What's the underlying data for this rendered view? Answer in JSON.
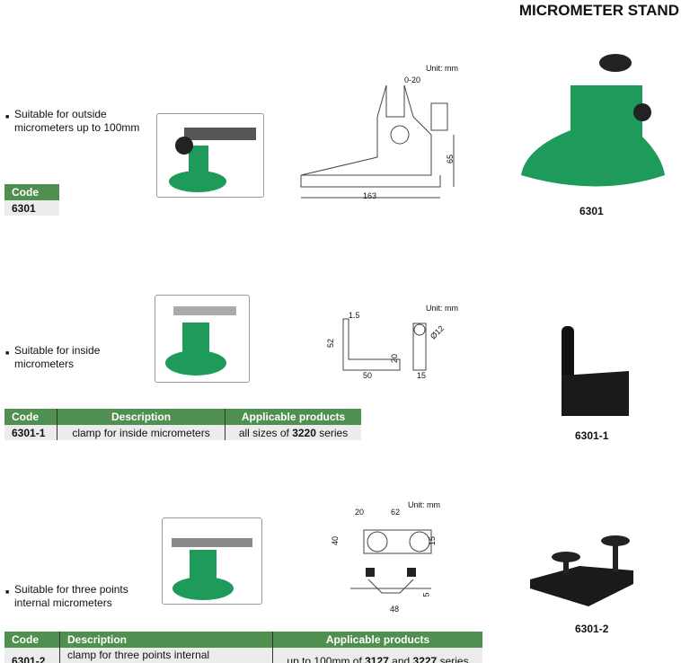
{
  "title": "MICROMETER STAND",
  "sections": [
    {
      "bullet": "Suitable for outside micrometers up to 100mm",
      "caption": "6301",
      "unit": "Unit: mm",
      "dims": [
        "0-20",
        "65",
        "163"
      ],
      "table": {
        "headers": [
          "Code"
        ],
        "rows": [
          [
            "6301"
          ]
        ]
      }
    },
    {
      "bullet": "Suitable for inside micrometers",
      "caption": "6301-1",
      "unit": "Unit: mm",
      "dims": [
        "1.5",
        "52",
        "20",
        "50",
        "Ø12",
        "15"
      ],
      "table": {
        "headers": [
          "Code",
          "Description",
          "Applicable products"
        ],
        "rows": [
          [
            "6301-1",
            "clamp for inside micrometers"
          ]
        ],
        "products": {
          "pre": "all sizes of ",
          "b1": "3220",
          "post": " series"
        }
      }
    },
    {
      "bullet": "Suitable for three points internal micrometers",
      "caption": "6301-2",
      "unit": "Unit: mm",
      "dims": [
        "20",
        "62",
        "40",
        "15",
        "48",
        "5"
      ],
      "table": {
        "headers": [
          "Code",
          "Description",
          "Applicable products"
        ],
        "rows": [
          [
            "6301-2",
            "clamp for three points internal micrometers"
          ]
        ],
        "products": {
          "pre": "up to 100mm of ",
          "b1": "3127",
          "mid": " and ",
          "b2": "3227",
          "post": " series"
        }
      }
    }
  ],
  "colors": {
    "green": "#4f8f4f",
    "stand": "#1e9a5a"
  }
}
